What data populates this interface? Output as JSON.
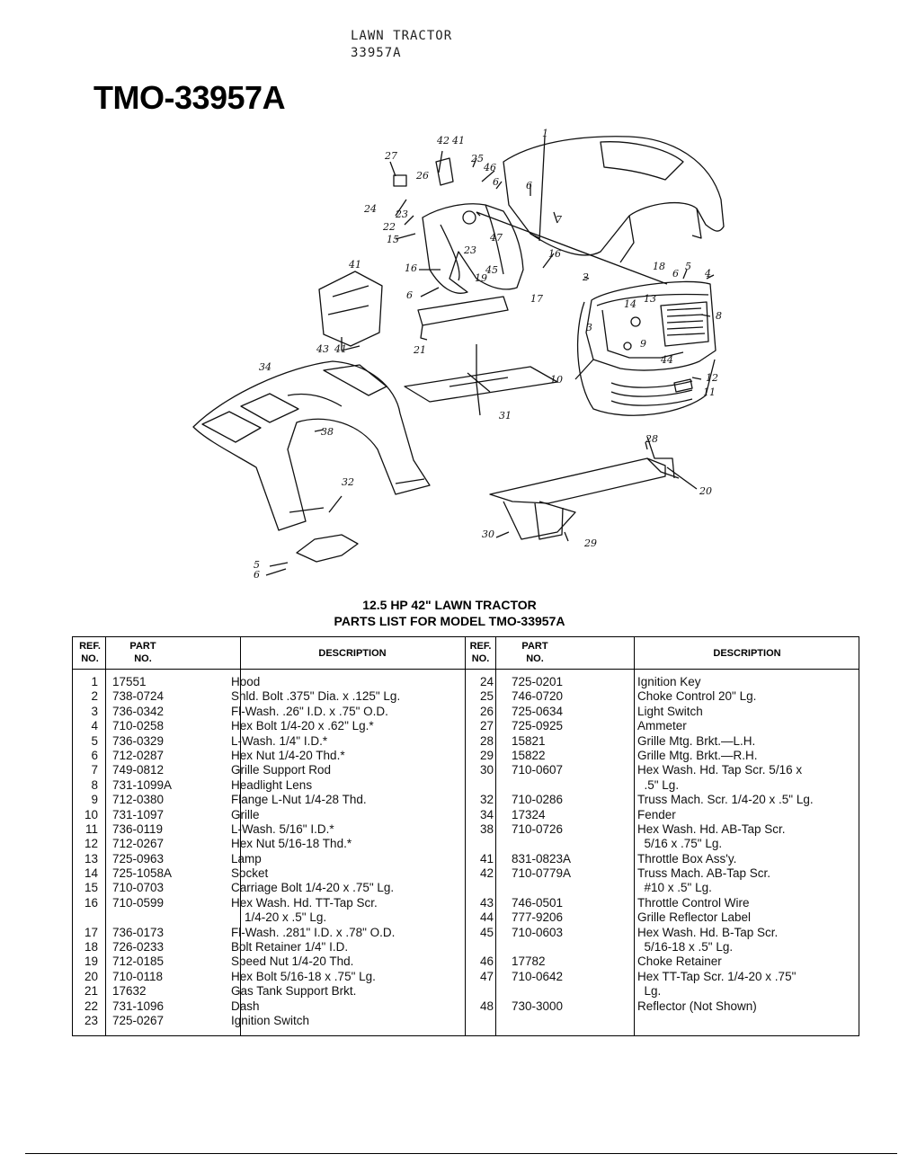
{
  "header": {
    "line1": "LAWN TRACTOR",
    "line2": "33957A"
  },
  "model_title": "TMO-33957A",
  "diagram_labels": [
    "1",
    "2",
    "3",
    "4",
    "5",
    "6",
    "7",
    "8",
    "9",
    "10",
    "11",
    "12",
    "13",
    "14",
    "15",
    "16",
    "17",
    "18",
    "19",
    "20",
    "21",
    "22",
    "23",
    "24",
    "25",
    "26",
    "27",
    "28",
    "29",
    "30",
    "31",
    "32",
    "34",
    "38",
    "41",
    "42",
    "43",
    "44",
    "45",
    "46",
    "47"
  ],
  "parts_title_1": "12.5 HP 42\" LAWN TRACTOR",
  "parts_title_2": "PARTS LIST FOR MODEL TMO-33957A",
  "table_headers": {
    "ref_1": "REF.",
    "ref_2": "NO.",
    "part_1": "PART",
    "part_2": "NO.",
    "description": "DESCRIPTION"
  },
  "left_rows": [
    {
      "ref": "1",
      "part": "17551",
      "desc": "Hood"
    },
    {
      "ref": "2",
      "part": "738-0724",
      "desc": "Shld. Bolt .375\" Dia. x .125\" Lg."
    },
    {
      "ref": "3",
      "part": "736-0342",
      "desc": "Fl-Wash. .26\" I.D. x .75\" O.D."
    },
    {
      "ref": "4",
      "part": "710-0258",
      "desc": "Hex Bolt 1/4-20 x .62\" Lg.*"
    },
    {
      "ref": "5",
      "part": "736-0329",
      "desc": "L-Wash. 1/4\" I.D.*"
    },
    {
      "ref": "6",
      "part": "712-0287",
      "desc": "Hex Nut 1/4-20 Thd.*"
    },
    {
      "ref": "7",
      "part": "749-0812",
      "desc": "Grille Support Rod"
    },
    {
      "ref": "8",
      "part": "731-1099A",
      "desc": "Headlight Lens"
    },
    {
      "ref": "9",
      "part": "712-0380",
      "desc": "Flange L-Nut 1/4-28 Thd."
    },
    {
      "ref": "10",
      "part": "731-1097",
      "desc": "Grille"
    },
    {
      "ref": "11",
      "part": "736-0119",
      "desc": "L-Wash. 5/16\" I.D.*"
    },
    {
      "ref": "12",
      "part": "712-0267",
      "desc": "Hex Nut 5/16-18 Thd.*"
    },
    {
      "ref": "13",
      "part": "725-0963",
      "desc": "Lamp"
    },
    {
      "ref": "14",
      "part": "725-1058A",
      "desc": "Socket"
    },
    {
      "ref": "15",
      "part": "710-0703",
      "desc": "Carriage Bolt 1/4-20 x .75\" Lg."
    },
    {
      "ref": "16",
      "part": "710-0599",
      "desc": "Hex Wash. Hd. TT-Tap Scr."
    },
    {
      "ref": "",
      "part": "",
      "desc": "    1/4-20 x .5\" Lg."
    },
    {
      "ref": "17",
      "part": "736-0173",
      "desc": "Fl-Wash. .281\" I.D. x .78\" O.D."
    },
    {
      "ref": "18",
      "part": "726-0233",
      "desc": "Bolt Retainer 1/4\" I.D."
    },
    {
      "ref": "19",
      "part": "712-0185",
      "desc": "Speed Nut 1/4-20 Thd."
    },
    {
      "ref": "20",
      "part": "710-0118",
      "desc": "Hex Bolt 5/16-18 x .75\" Lg."
    },
    {
      "ref": "21",
      "part": "17632",
      "desc": "Gas Tank Support Brkt."
    },
    {
      "ref": "22",
      "part": "731-1096",
      "desc": "Dash"
    },
    {
      "ref": "23",
      "part": "725-0267",
      "desc": "Ignition Switch"
    }
  ],
  "right_rows": [
    {
      "ref": "24",
      "part": "725-0201",
      "desc": "Ignition Key"
    },
    {
      "ref": "25",
      "part": "746-0720",
      "desc": "Choke Control 20\" Lg."
    },
    {
      "ref": "26",
      "part": "725-0634",
      "desc": "Light Switch"
    },
    {
      "ref": "27",
      "part": "725-0925",
      "desc": "Ammeter"
    },
    {
      "ref": "28",
      "part": "15821",
      "desc": "Grille Mtg. Brkt.—L.H."
    },
    {
      "ref": "29",
      "part": "15822",
      "desc": "Grille Mtg. Brkt.—R.H."
    },
    {
      "ref": "30",
      "part": "710-0607",
      "desc": "Hex Wash. Hd. Tap Scr. 5/16 x"
    },
    {
      "ref": "",
      "part": "",
      "desc": "  .5\" Lg."
    },
    {
      "ref": "32",
      "part": "710-0286",
      "desc": "Truss Mach. Scr. 1/4-20 x .5\" Lg."
    },
    {
      "ref": "34",
      "part": "17324",
      "desc": "Fender"
    },
    {
      "ref": "38",
      "part": "710-0726",
      "desc": "Hex Wash. Hd. AB-Tap Scr."
    },
    {
      "ref": "",
      "part": "",
      "desc": "  5/16 x .75\" Lg."
    },
    {
      "ref": "41",
      "part": "831-0823A",
      "desc": "Throttle Box Ass'y."
    },
    {
      "ref": "42",
      "part": "710-0779A",
      "desc": "Truss Mach. AB-Tap Scr."
    },
    {
      "ref": "",
      "part": "",
      "desc": "  #10 x .5\" Lg."
    },
    {
      "ref": "43",
      "part": "746-0501",
      "desc": "Throttle Control Wire"
    },
    {
      "ref": "44",
      "part": "777-9206",
      "desc": "Grille Reflector Label"
    },
    {
      "ref": "45",
      "part": "710-0603",
      "desc": "Hex Wash. Hd. B-Tap Scr."
    },
    {
      "ref": "",
      "part": "",
      "desc": "  5/16-18 x .5\" Lg."
    },
    {
      "ref": "46",
      "part": "17782",
      "desc": "Choke Retainer"
    },
    {
      "ref": "47",
      "part": "710-0642",
      "desc": "Hex TT-Tap Scr. 1/4-20 x .75\""
    },
    {
      "ref": "",
      "part": "",
      "desc": "  Lg."
    },
    {
      "ref": "48",
      "part": "730-3000",
      "desc": "Reflector (Not Shown)"
    }
  ]
}
